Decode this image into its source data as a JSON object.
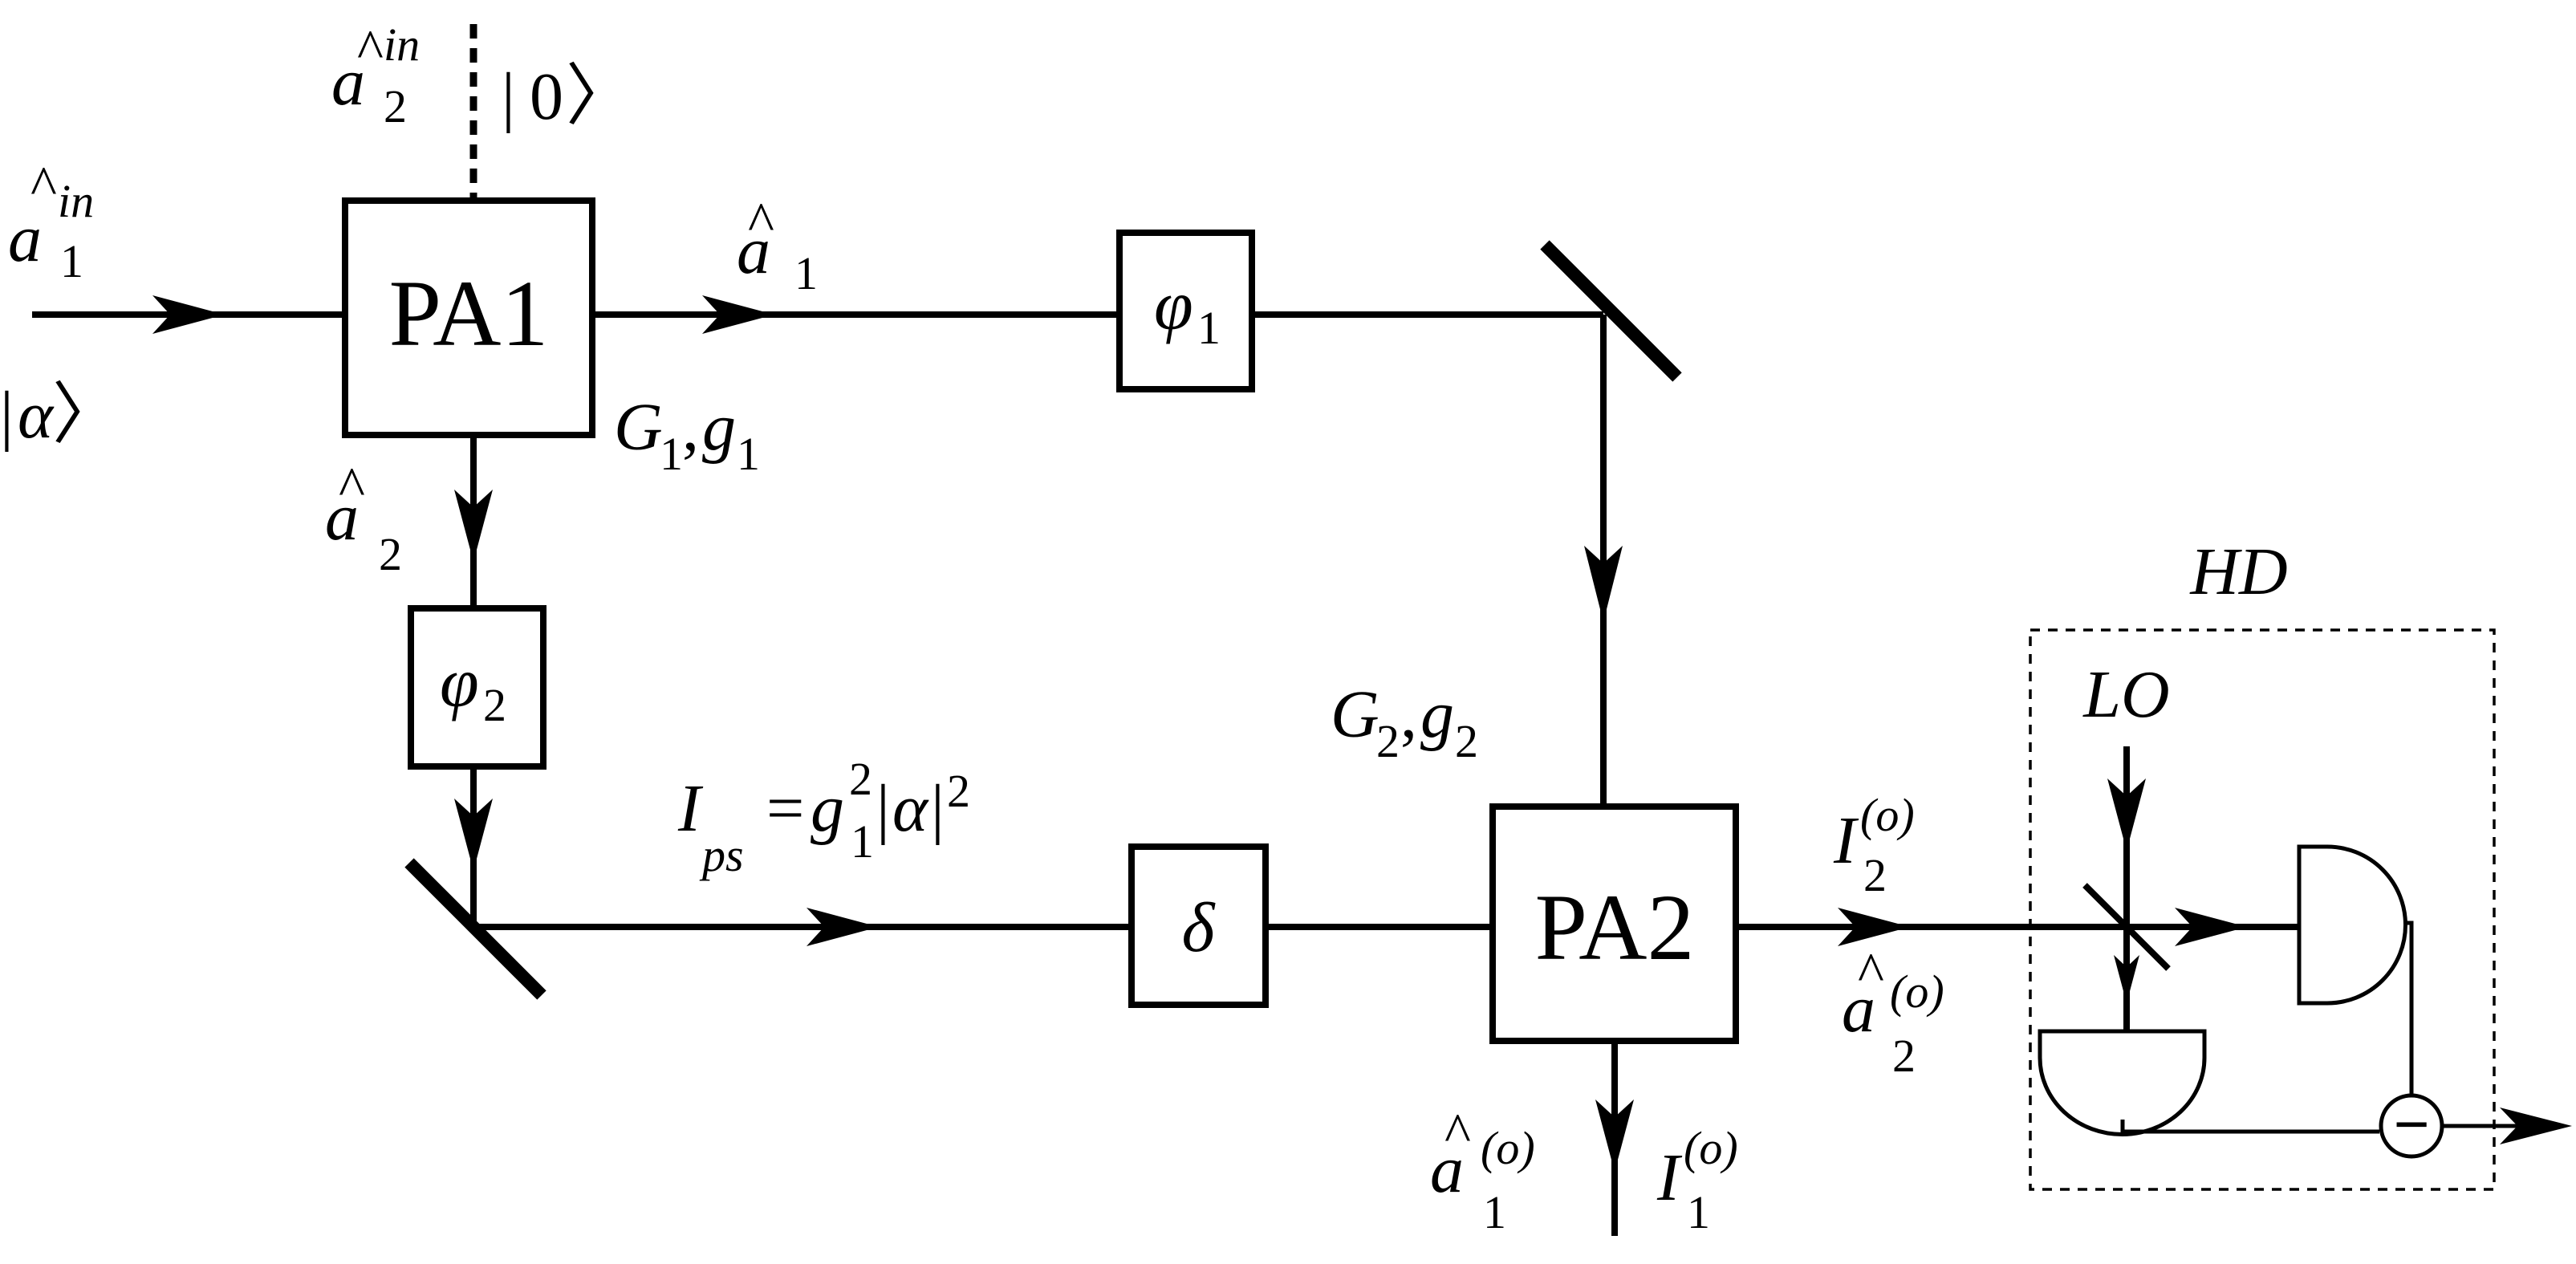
{
  "diagram": {
    "amplifiers": {
      "pa1": "PA1",
      "pa2": "PA2"
    },
    "phase_shifters": {
      "phi1": {
        "sym": "φ",
        "sub": "1"
      },
      "phi2": {
        "sym": "φ",
        "sub": "2"
      },
      "delta": {
        "sym": "δ"
      }
    },
    "inputs": {
      "a1_in": {
        "sym": "a",
        "hat": "^",
        "sub": "1",
        "sup": "in"
      },
      "alpha_state": {
        "bar": "|",
        "sym": "α",
        "ket": "〉"
      },
      "a2_in": {
        "sym": "a",
        "hat": "^",
        "sub": "2",
        "sup": "in"
      },
      "vacuum_state": {
        "bar": "|",
        "sym": "0",
        "ket": "〉"
      }
    },
    "modes": {
      "a1": {
        "sym": "a",
        "hat": "^",
        "sub": "1"
      },
      "a2": {
        "sym": "a",
        "hat": "^",
        "sub": "2"
      }
    },
    "gains": {
      "pa1": {
        "G": "G",
        "G_sub": "1",
        "comma": ",",
        "g": "g",
        "g_sub": "1"
      },
      "pa2": {
        "G": "G",
        "G_sub": "2",
        "comma": ",",
        "g": "g",
        "g_sub": "2"
      }
    },
    "pump": {
      "I": "I",
      "I_sub": "ps",
      "eq": "=",
      "g": "g",
      "g_sup": "2",
      "g_sub": "1",
      "abs_open": "|",
      "alpha": "α",
      "abs_close": "|",
      "sq": "2"
    },
    "outputs": {
      "I2o": {
        "sym": "I",
        "sub": "2",
        "sup": "(o)"
      },
      "a2o": {
        "sym": "a",
        "hat": "^",
        "sub": "2",
        "sup": "(o)"
      },
      "a1o": {
        "sym": "a",
        "hat": "^",
        "sub": "1",
        "sup": "(o)"
      },
      "I1o": {
        "sym": "I",
        "sub": "1",
        "sup": "(o)"
      }
    },
    "detection": {
      "hd": "HD",
      "lo": "LO",
      "minus": "−"
    }
  }
}
